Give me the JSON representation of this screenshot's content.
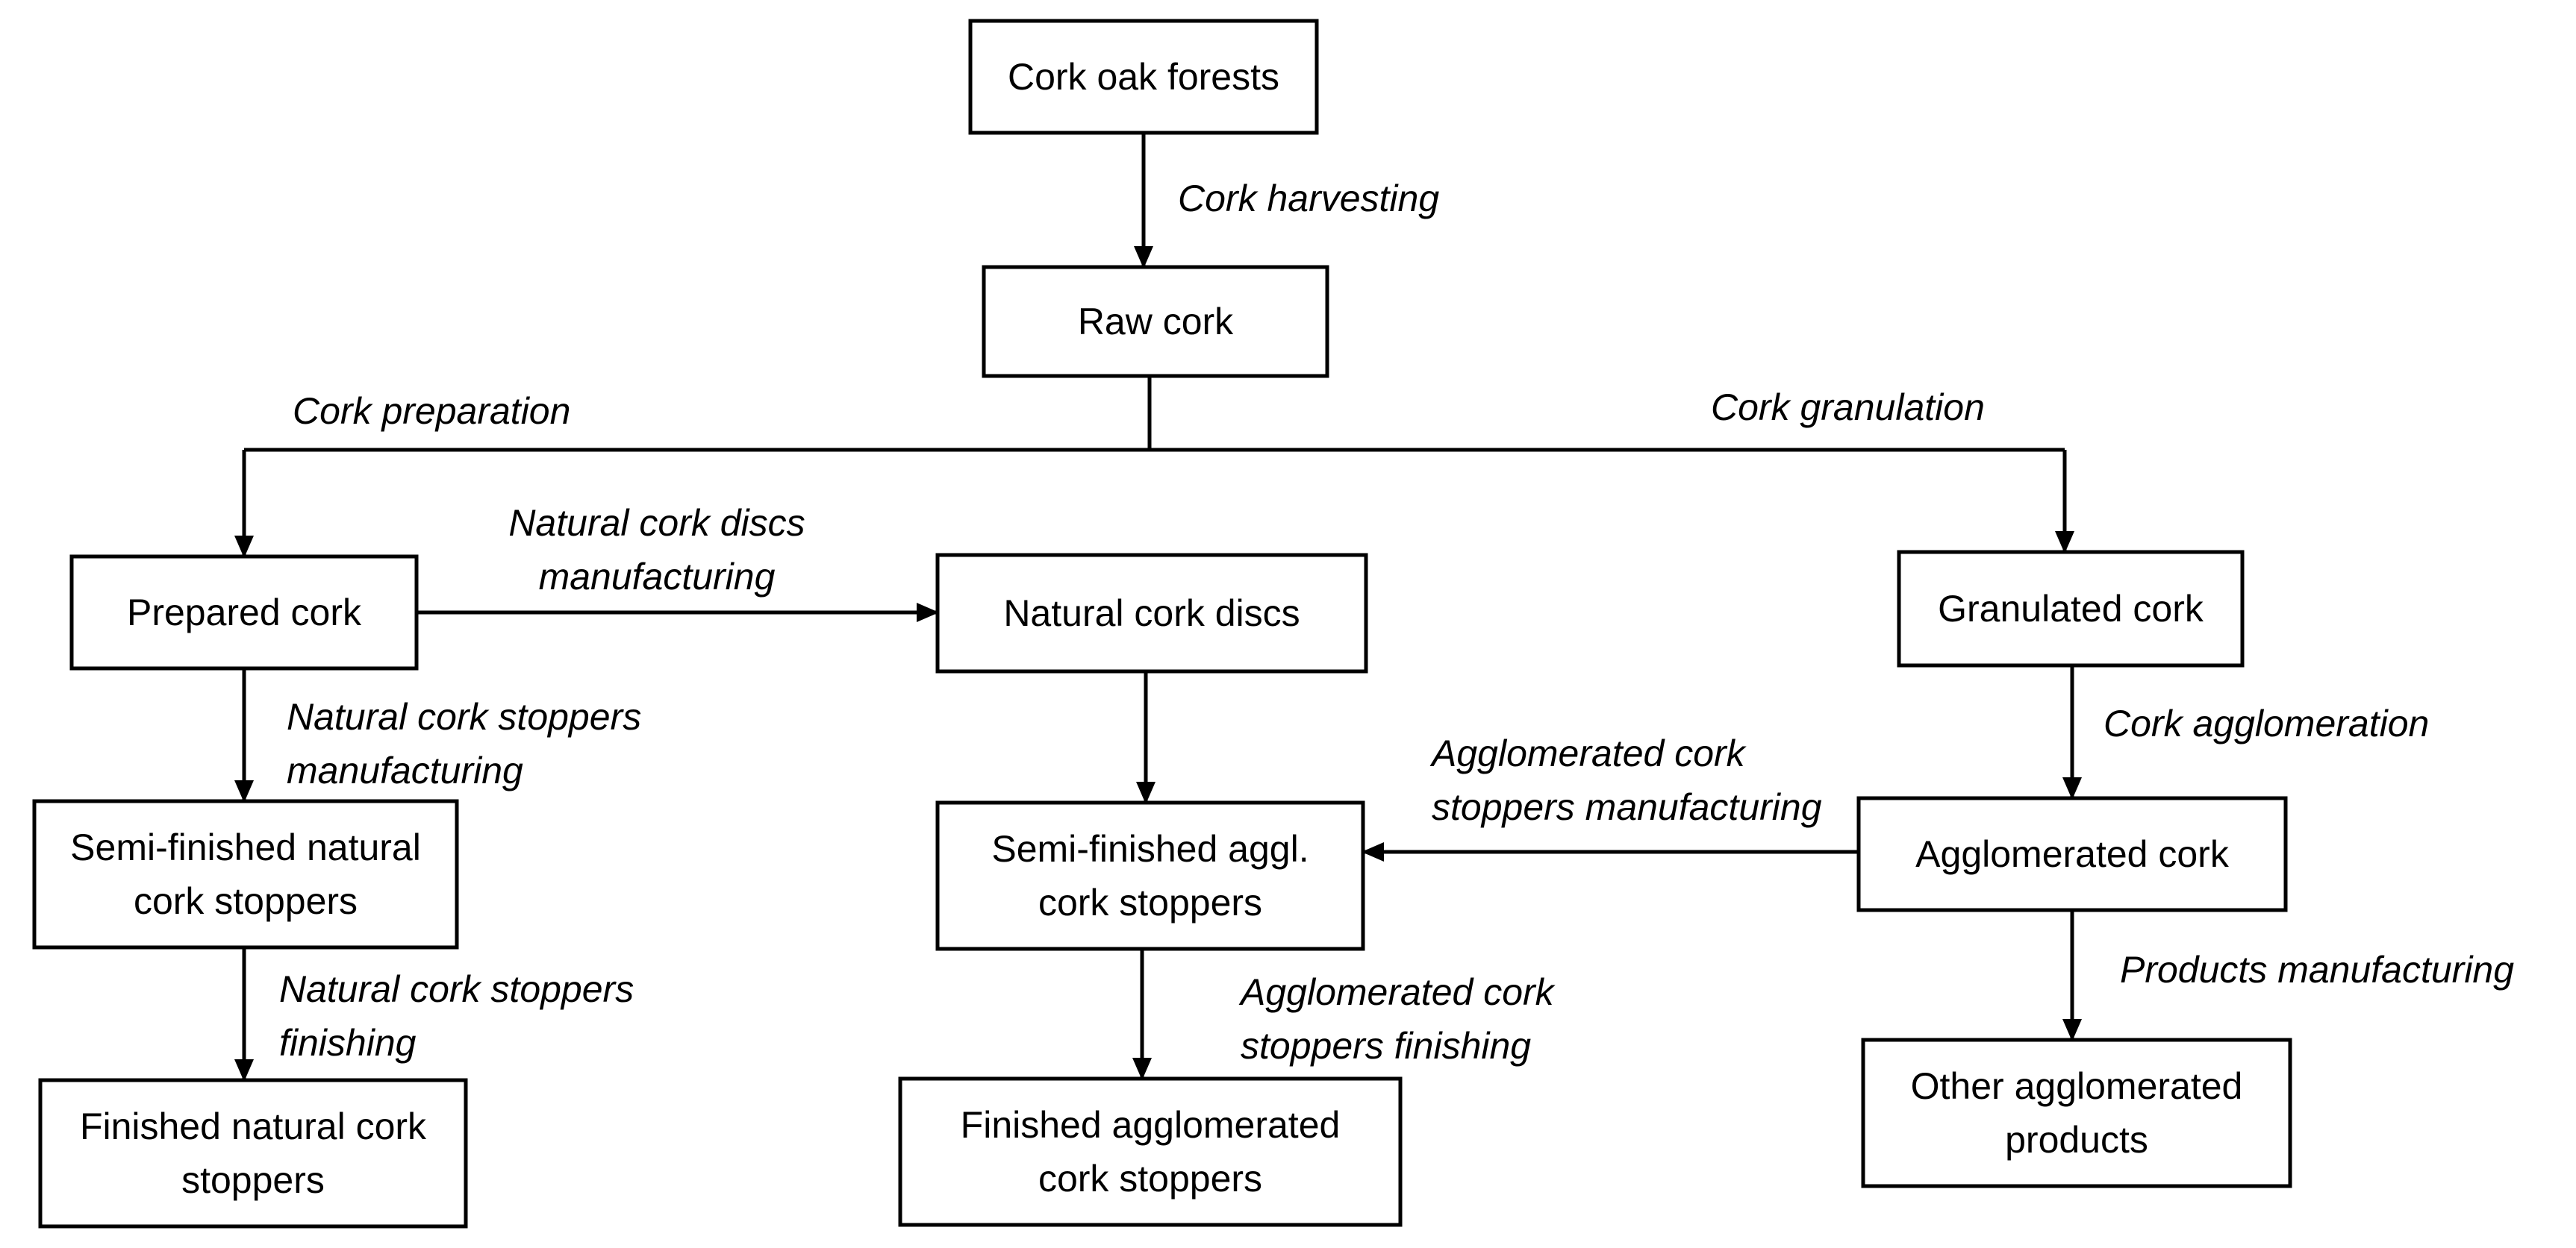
{
  "nodes": {
    "cork_oak_forests": [
      "Cork oak forests"
    ],
    "raw_cork": [
      "Raw cork"
    ],
    "prepared_cork": [
      "Prepared cork"
    ],
    "natural_cork_discs": [
      "Natural cork discs"
    ],
    "granulated_cork": [
      "Granulated cork"
    ],
    "semi_natural": [
      "Semi-finished natural",
      "cork stoppers"
    ],
    "semi_aggl": [
      "Semi-finished aggl.",
      "cork stoppers"
    ],
    "agglomerated_cork": [
      "Agglomerated cork"
    ],
    "finished_natural": [
      "Finished natural cork",
      "stoppers"
    ],
    "finished_aggl": [
      "Finished agglomerated",
      "cork stoppers"
    ],
    "other_aggl": [
      "Other agglomerated",
      "products"
    ]
  },
  "processes": {
    "cork_harvesting": [
      "Cork harvesting"
    ],
    "cork_preparation": [
      "Cork preparation"
    ],
    "cork_granulation": [
      "Cork granulation"
    ],
    "discs_manufacturing": [
      "Natural cork discs",
      "manufacturing"
    ],
    "natural_stoppers_manufacturing": [
      "Natural cork stoppers",
      "manufacturing"
    ],
    "cork_agglomeration": [
      "Cork agglomeration"
    ],
    "aggl_stoppers_manufacturing": [
      "Agglomerated cork",
      "stoppers manufacturing"
    ],
    "natural_stoppers_finishing": [
      "Natural cork stoppers",
      "finishing"
    ],
    "aggl_stoppers_finishing": [
      "Agglomerated cork",
      "stoppers finishing"
    ],
    "products_manufacturing": [
      "Products manufacturing"
    ]
  },
  "colors": {
    "stroke": "#000000",
    "background": "#ffffff"
  }
}
